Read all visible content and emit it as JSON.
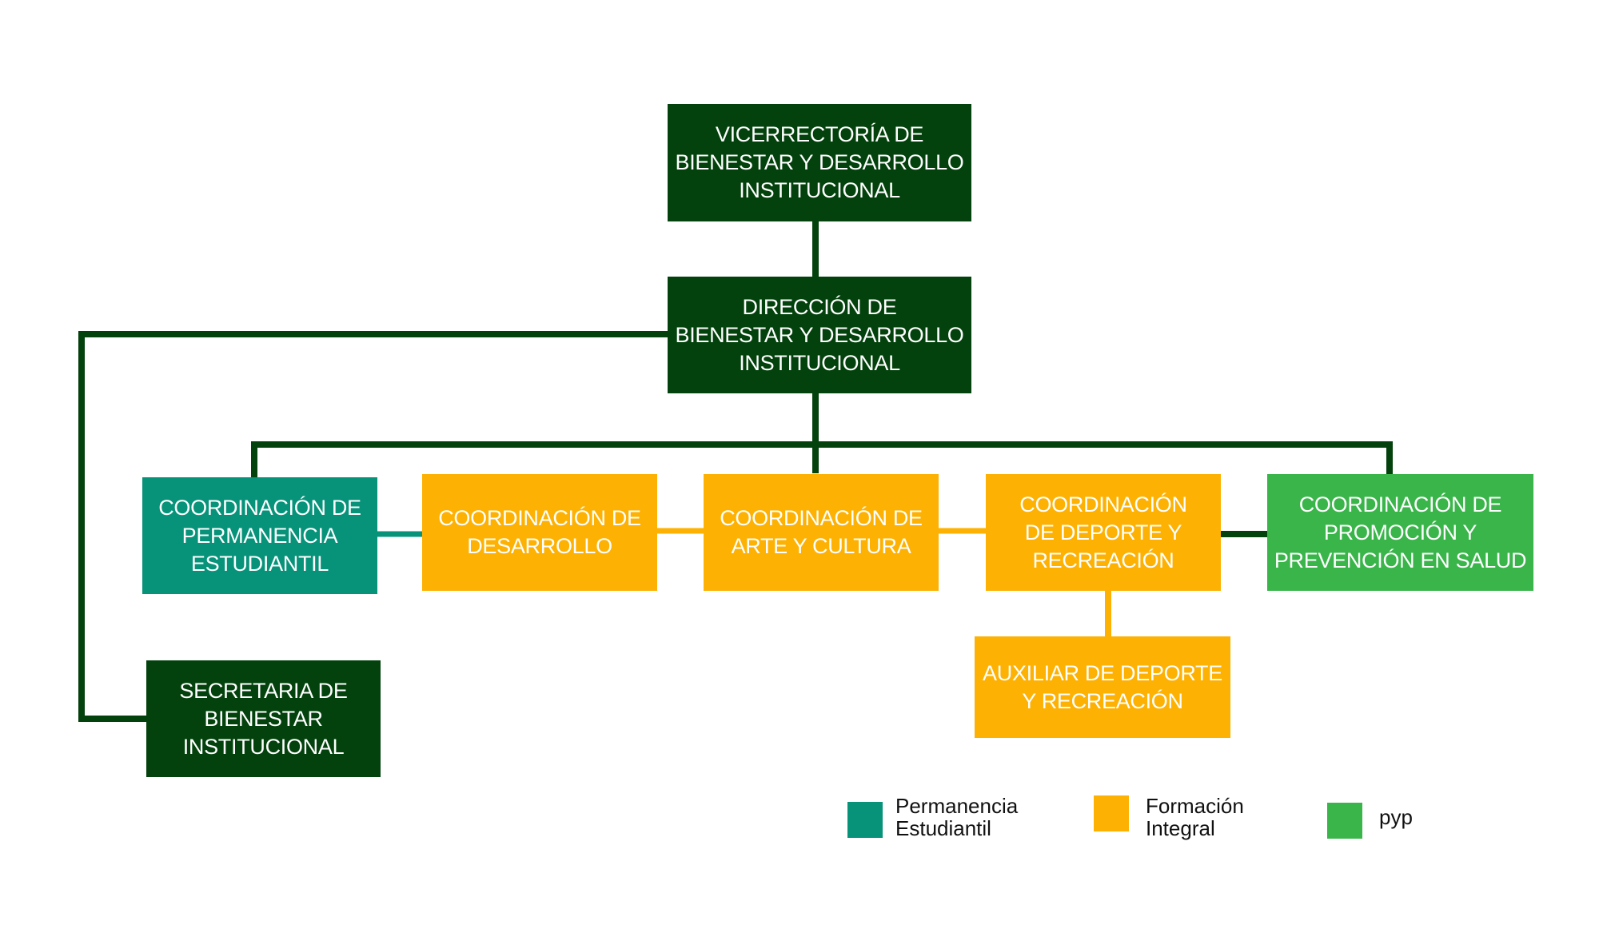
{
  "colors": {
    "dark": "#03420c",
    "teal": "#07927a",
    "orange": "#fdb103",
    "green": "#39b54a"
  },
  "nodes": {
    "vicerrectoria": "VICERRECTORÍA DE\nBIENESTAR Y DESARROLLO\nINSTITUCIONAL",
    "direccion": "DIRECCIÓN DE\nBIENESTAR Y DESARROLLO\nINSTITUCIONAL",
    "permanencia": "COORDINACIÓN DE\nPERMANENCIA\nESTUDIANTIL",
    "desarrollo": "COORDINACIÓN DE\nDESARROLLO",
    "arte": "COORDINACIÓN DE\nARTE Y CULTURA",
    "deporte": "COORDINACIÓN\nDE DEPORTE Y\nRECREACIÓN",
    "promocion": "COORDINACIÓN DE\nPROMOCIÓN Y\nPREVENCIÓN EN SALUD",
    "auxiliar": "AUXILIAR DE DEPORTE\nY RECREACIÓN",
    "secretaria": "SECRETARIA DE\nBIENESTAR\nINSTITUCIONAL"
  },
  "legend": {
    "permanencia": "Permanencia\nEstudiantil",
    "formacion": "Formación\nIntegral",
    "pyp": "pyp"
  }
}
